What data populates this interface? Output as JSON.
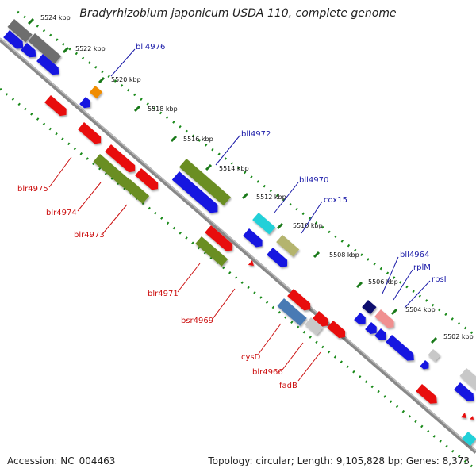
{
  "title": "Bradyrhizobium japonicum USDA 110, complete genome",
  "footer": {
    "accession": "Accession: NC_004463",
    "topology": "Topology: circular; Length: 9,105,828 bp; Genes: 8,373"
  },
  "ticks": [
    "5524 kbp",
    "5522 kbp",
    "5520 kbp",
    "5518 kbp",
    "5516 kbp",
    "5514 kbp",
    "5512 kbp",
    "5510 kbp",
    "5508 kbp",
    "5506 kbp",
    "5504 kbp",
    "5502 kbp"
  ],
  "labels": {
    "bll4976": "bll4976",
    "bll4972": "bll4972",
    "bll4970": "bll4970",
    "cox15": "cox15",
    "bll4964": "bll4964",
    "rplM": "rplM",
    "rpsI": "rpsI",
    "blr4975": "blr4975",
    "blr4974": "blr4974",
    "blr4973": "blr4973",
    "blr4971": "blr4971",
    "bsr4969": "bsr4969",
    "cysD": "cysD",
    "blr4966": "blr4966",
    "fadB": "fadB"
  },
  "colors": {
    "backbone": "#8c8c8c",
    "dots": "#1a7a1a",
    "reverse_strand_label": "#1a1aa8",
    "forward_strand_label": "#cc1010",
    "gene_blue": "#1414e0",
    "gene_red": "#e81010",
    "gene_olive": "#6b8e23",
    "gene_gray": "#6e6e6e",
    "gene_orange": "#f08c00",
    "gene_cyan": "#22d0d8",
    "gene_khaki": "#b4b46e",
    "gene_steel": "#4a7ab4",
    "gene_navy": "#0a0a6e",
    "gene_pink": "#f09090",
    "gene_lightgray": "#c8c8c8"
  }
}
